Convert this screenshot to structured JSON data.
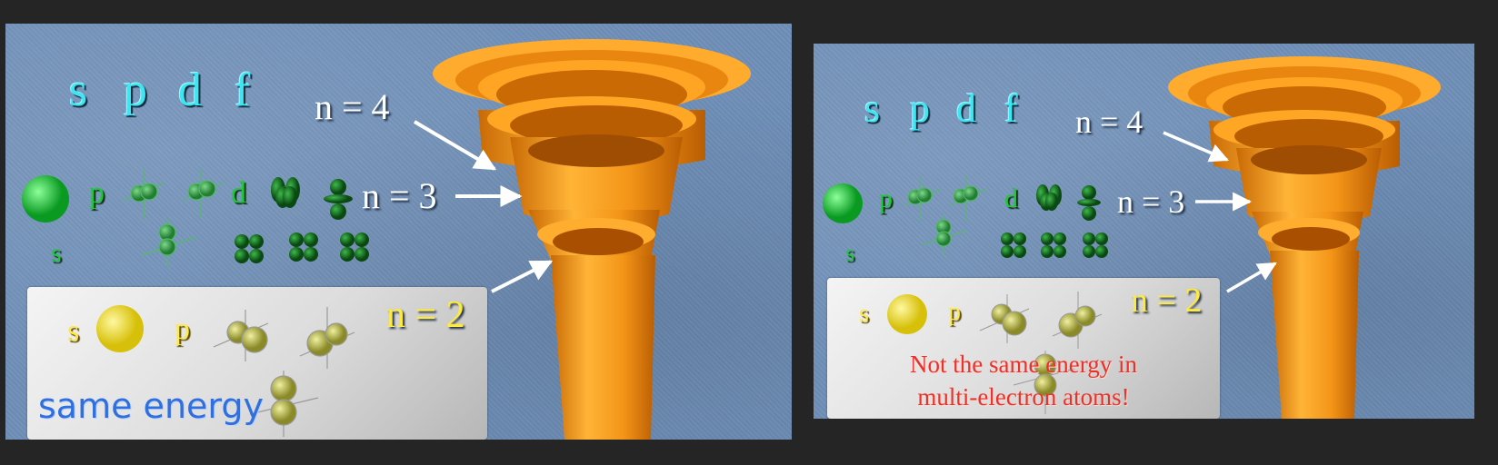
{
  "left": {
    "orbital_types": [
      "s",
      "p",
      "d",
      "f"
    ],
    "n4_label": "n = 4",
    "n3_label": "n = 3",
    "n2_label": "n = 2",
    "s_label_green": "s",
    "p_label_green": "p",
    "d_label_green": "d",
    "s_label_yellow": "s",
    "p_label_yellow": "p",
    "box_caption": "same energy"
  },
  "right": {
    "orbital_types": [
      "s",
      "p",
      "d",
      "f"
    ],
    "n4_label": "n = 4",
    "n3_label": "n = 3",
    "n2_label": "n = 2",
    "s_label_green": "s",
    "p_label_green": "p",
    "d_label_green": "d",
    "s_label_yellow": "s",
    "p_label_yellow": "p",
    "box_caption_line1": "Not the same energy in",
    "box_caption_line2": "multi-electron atoms!"
  },
  "colors": {
    "funnel": "#f59a1c",
    "funnel_dark": "#c96a05",
    "s_orbital_green": "#1fc83a",
    "s_orbital_yellow": "#f2e02a",
    "background": "#6f8fb8"
  }
}
